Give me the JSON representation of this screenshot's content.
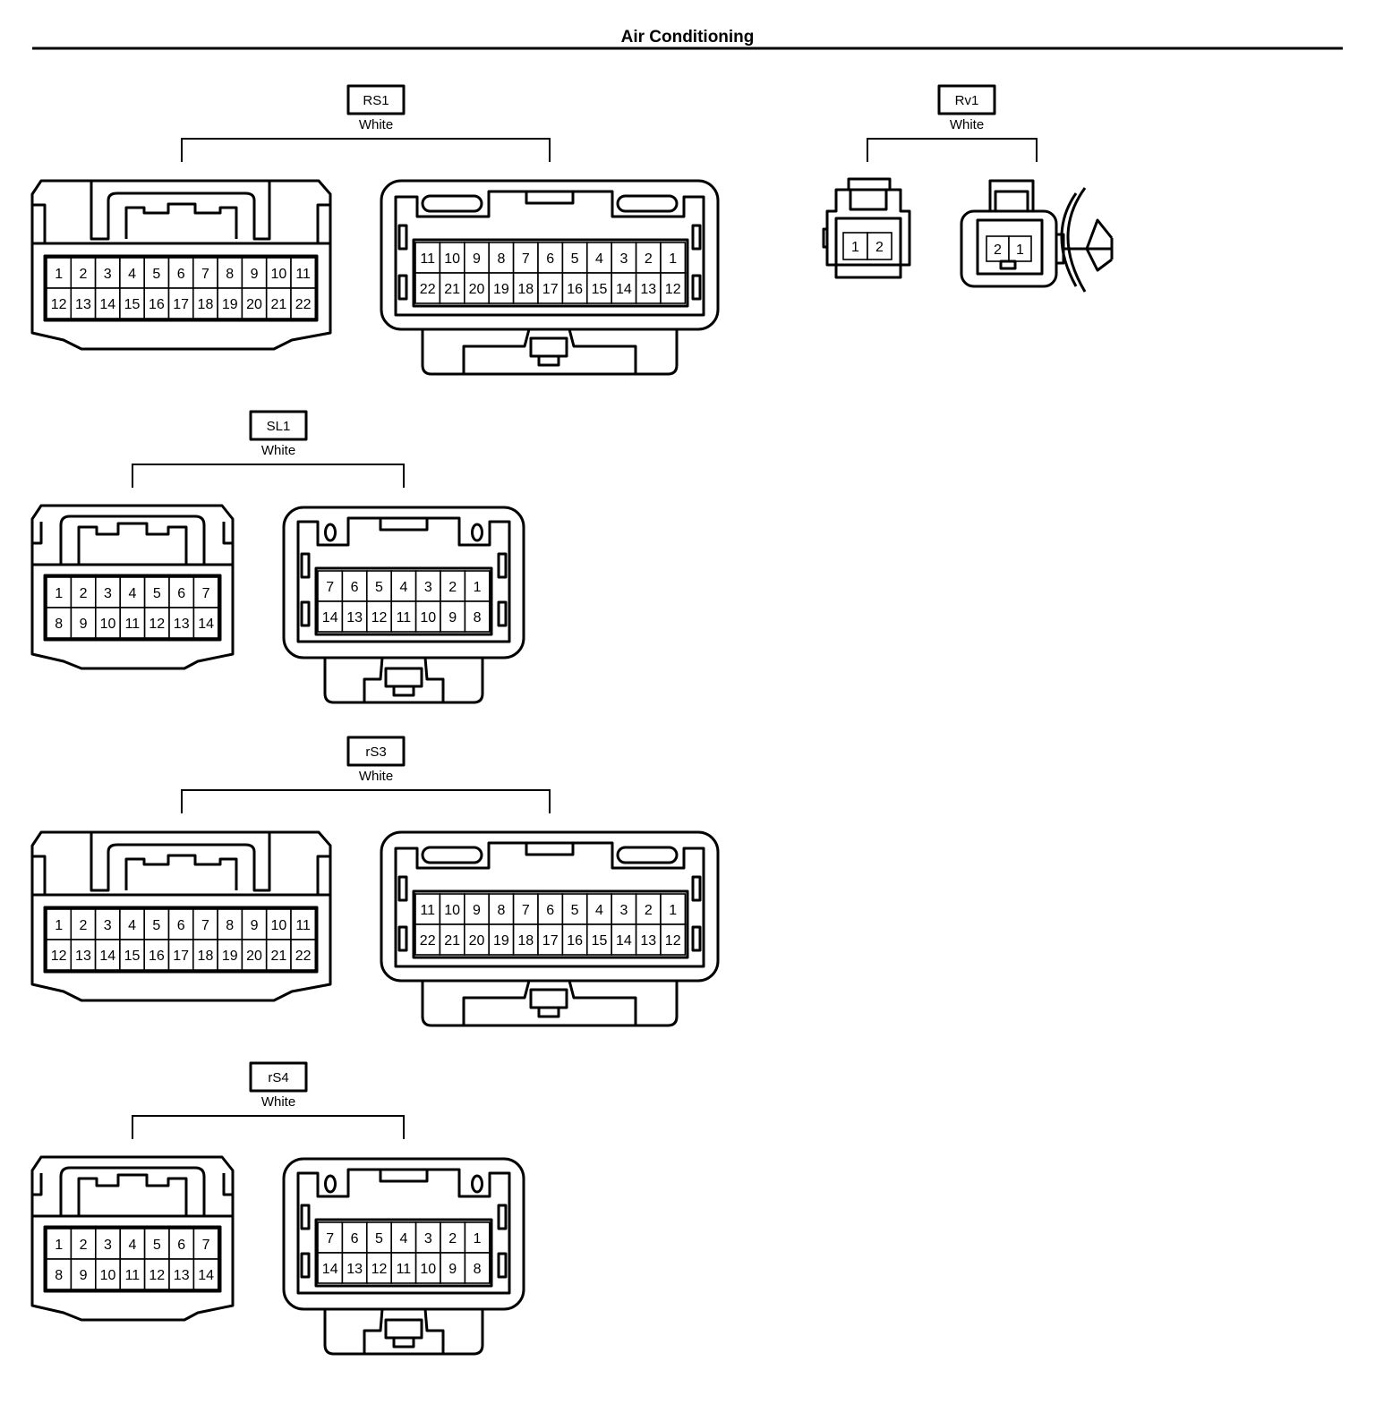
{
  "page": {
    "title": "Air Conditioning"
  },
  "connectors": [
    {
      "code": "RS1",
      "color": "White",
      "male": {
        "rows": [
          [
            "1",
            "2",
            "3",
            "4",
            "5",
            "6",
            "7",
            "8",
            "9",
            "10",
            "11"
          ],
          [
            "12",
            "13",
            "14",
            "15",
            "16",
            "17",
            "18",
            "19",
            "20",
            "21",
            "22"
          ]
        ]
      },
      "female": {
        "rows": [
          [
            "11",
            "10",
            "9",
            "8",
            "7",
            "6",
            "5",
            "4",
            "3",
            "2",
            "1"
          ],
          [
            "22",
            "21",
            "20",
            "19",
            "18",
            "17",
            "16",
            "15",
            "14",
            "13",
            "12"
          ]
        ]
      }
    },
    {
      "code": "Rv1",
      "color": "White",
      "male": {
        "rows": [
          [
            "1",
            "2"
          ]
        ]
      },
      "female": {
        "rows": [
          [
            "2",
            "1"
          ]
        ]
      }
    },
    {
      "code": "SL1",
      "color": "White",
      "male": {
        "rows": [
          [
            "1",
            "2",
            "3",
            "4",
            "5",
            "6",
            "7"
          ],
          [
            "8",
            "9",
            "10",
            "11",
            "12",
            "13",
            "14"
          ]
        ]
      },
      "female": {
        "rows": [
          [
            "7",
            "6",
            "5",
            "4",
            "3",
            "2",
            "1"
          ],
          [
            "14",
            "13",
            "12",
            "11",
            "10",
            "9",
            "8"
          ]
        ]
      }
    },
    {
      "code": "rS3",
      "color": "White",
      "male": {
        "rows": [
          [
            "1",
            "2",
            "3",
            "4",
            "5",
            "6",
            "7",
            "8",
            "9",
            "10",
            "11"
          ],
          [
            "12",
            "13",
            "14",
            "15",
            "16",
            "17",
            "18",
            "19",
            "20",
            "21",
            "22"
          ]
        ]
      },
      "female": {
        "rows": [
          [
            "11",
            "10",
            "9",
            "8",
            "7",
            "6",
            "5",
            "4",
            "3",
            "2",
            "1"
          ],
          [
            "22",
            "21",
            "20",
            "19",
            "18",
            "17",
            "16",
            "15",
            "14",
            "13",
            "12"
          ]
        ]
      }
    },
    {
      "code": "rS4",
      "color": "White",
      "male": {
        "rows": [
          [
            "1",
            "2",
            "3",
            "4",
            "5",
            "6",
            "7"
          ],
          [
            "8",
            "9",
            "10",
            "11",
            "12",
            "13",
            "14"
          ]
        ]
      },
      "female": {
        "rows": [
          [
            "7",
            "6",
            "5",
            "4",
            "3",
            "2",
            "1"
          ],
          [
            "14",
            "13",
            "12",
            "11",
            "10",
            "9",
            "8"
          ]
        ]
      }
    }
  ]
}
